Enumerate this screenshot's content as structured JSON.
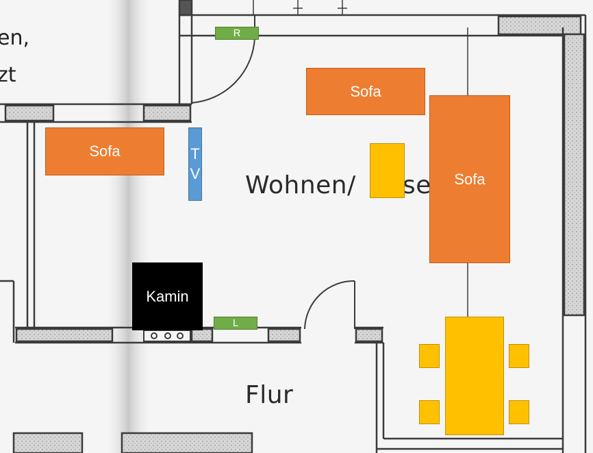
{
  "plan": {
    "room_labels": {
      "wohnen": "Wohnen/",
      "wohnen_suffix": "se",
      "flur": "Flur"
    },
    "side_texts": {
      "top_left_1": "en,",
      "top_left_2": "zt"
    },
    "furniture": {
      "sofa_top_right": "Sofa",
      "sofa_left": "Sofa",
      "sofa_right_vertical": "Sofa",
      "tv": "T\nV",
      "kamin": "Kamin",
      "speaker_r": "R",
      "speaker_l": "L"
    },
    "colors": {
      "sofa": "#ed7d31",
      "table_chairs": "#ffc000",
      "speaker": "#70ad47",
      "tv": "#5b9bd5",
      "kamin": "#000000",
      "walls": "#3a3a3a"
    }
  }
}
